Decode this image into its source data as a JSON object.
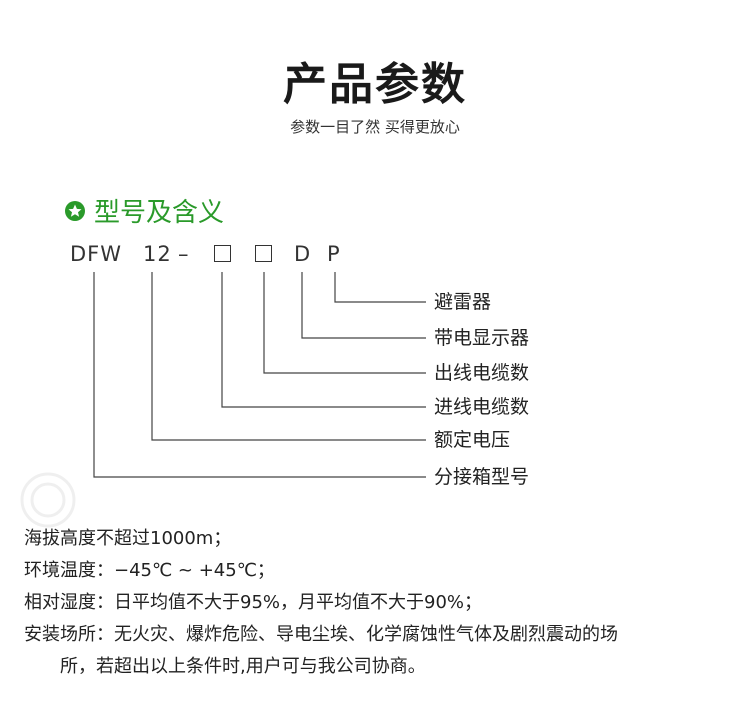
{
  "header": {
    "title": "产品参数",
    "subtitle": "参数一目了然 买得更放心"
  },
  "section": {
    "icon": "star-circle-icon",
    "label": "型号及含义",
    "accent_color": "#2a9a2a"
  },
  "model_code": {
    "prefix": "DFW",
    "voltage": "12",
    "dash": "–",
    "suffix_d": "D",
    "suffix_p": "P"
  },
  "meanings": [
    "避雷器",
    "带电显示器",
    "出线电缆数",
    "进线电缆数",
    "额定电压",
    "分接箱型号"
  ],
  "specs": {
    "altitude": "海拔高度不超过1000m；",
    "temperature": "环境温度：−45℃ ~ +45℃；",
    "humidity": "相对湿度：日平均值不大于95%，月平均值不大于90%；",
    "site_line1": "安装场所：无火灾、爆炸危险、导电尘埃、化学腐蚀性气体及剧烈震动的场",
    "site_line2": "所，若超出以上条件时,用户可与我公司协商。"
  }
}
